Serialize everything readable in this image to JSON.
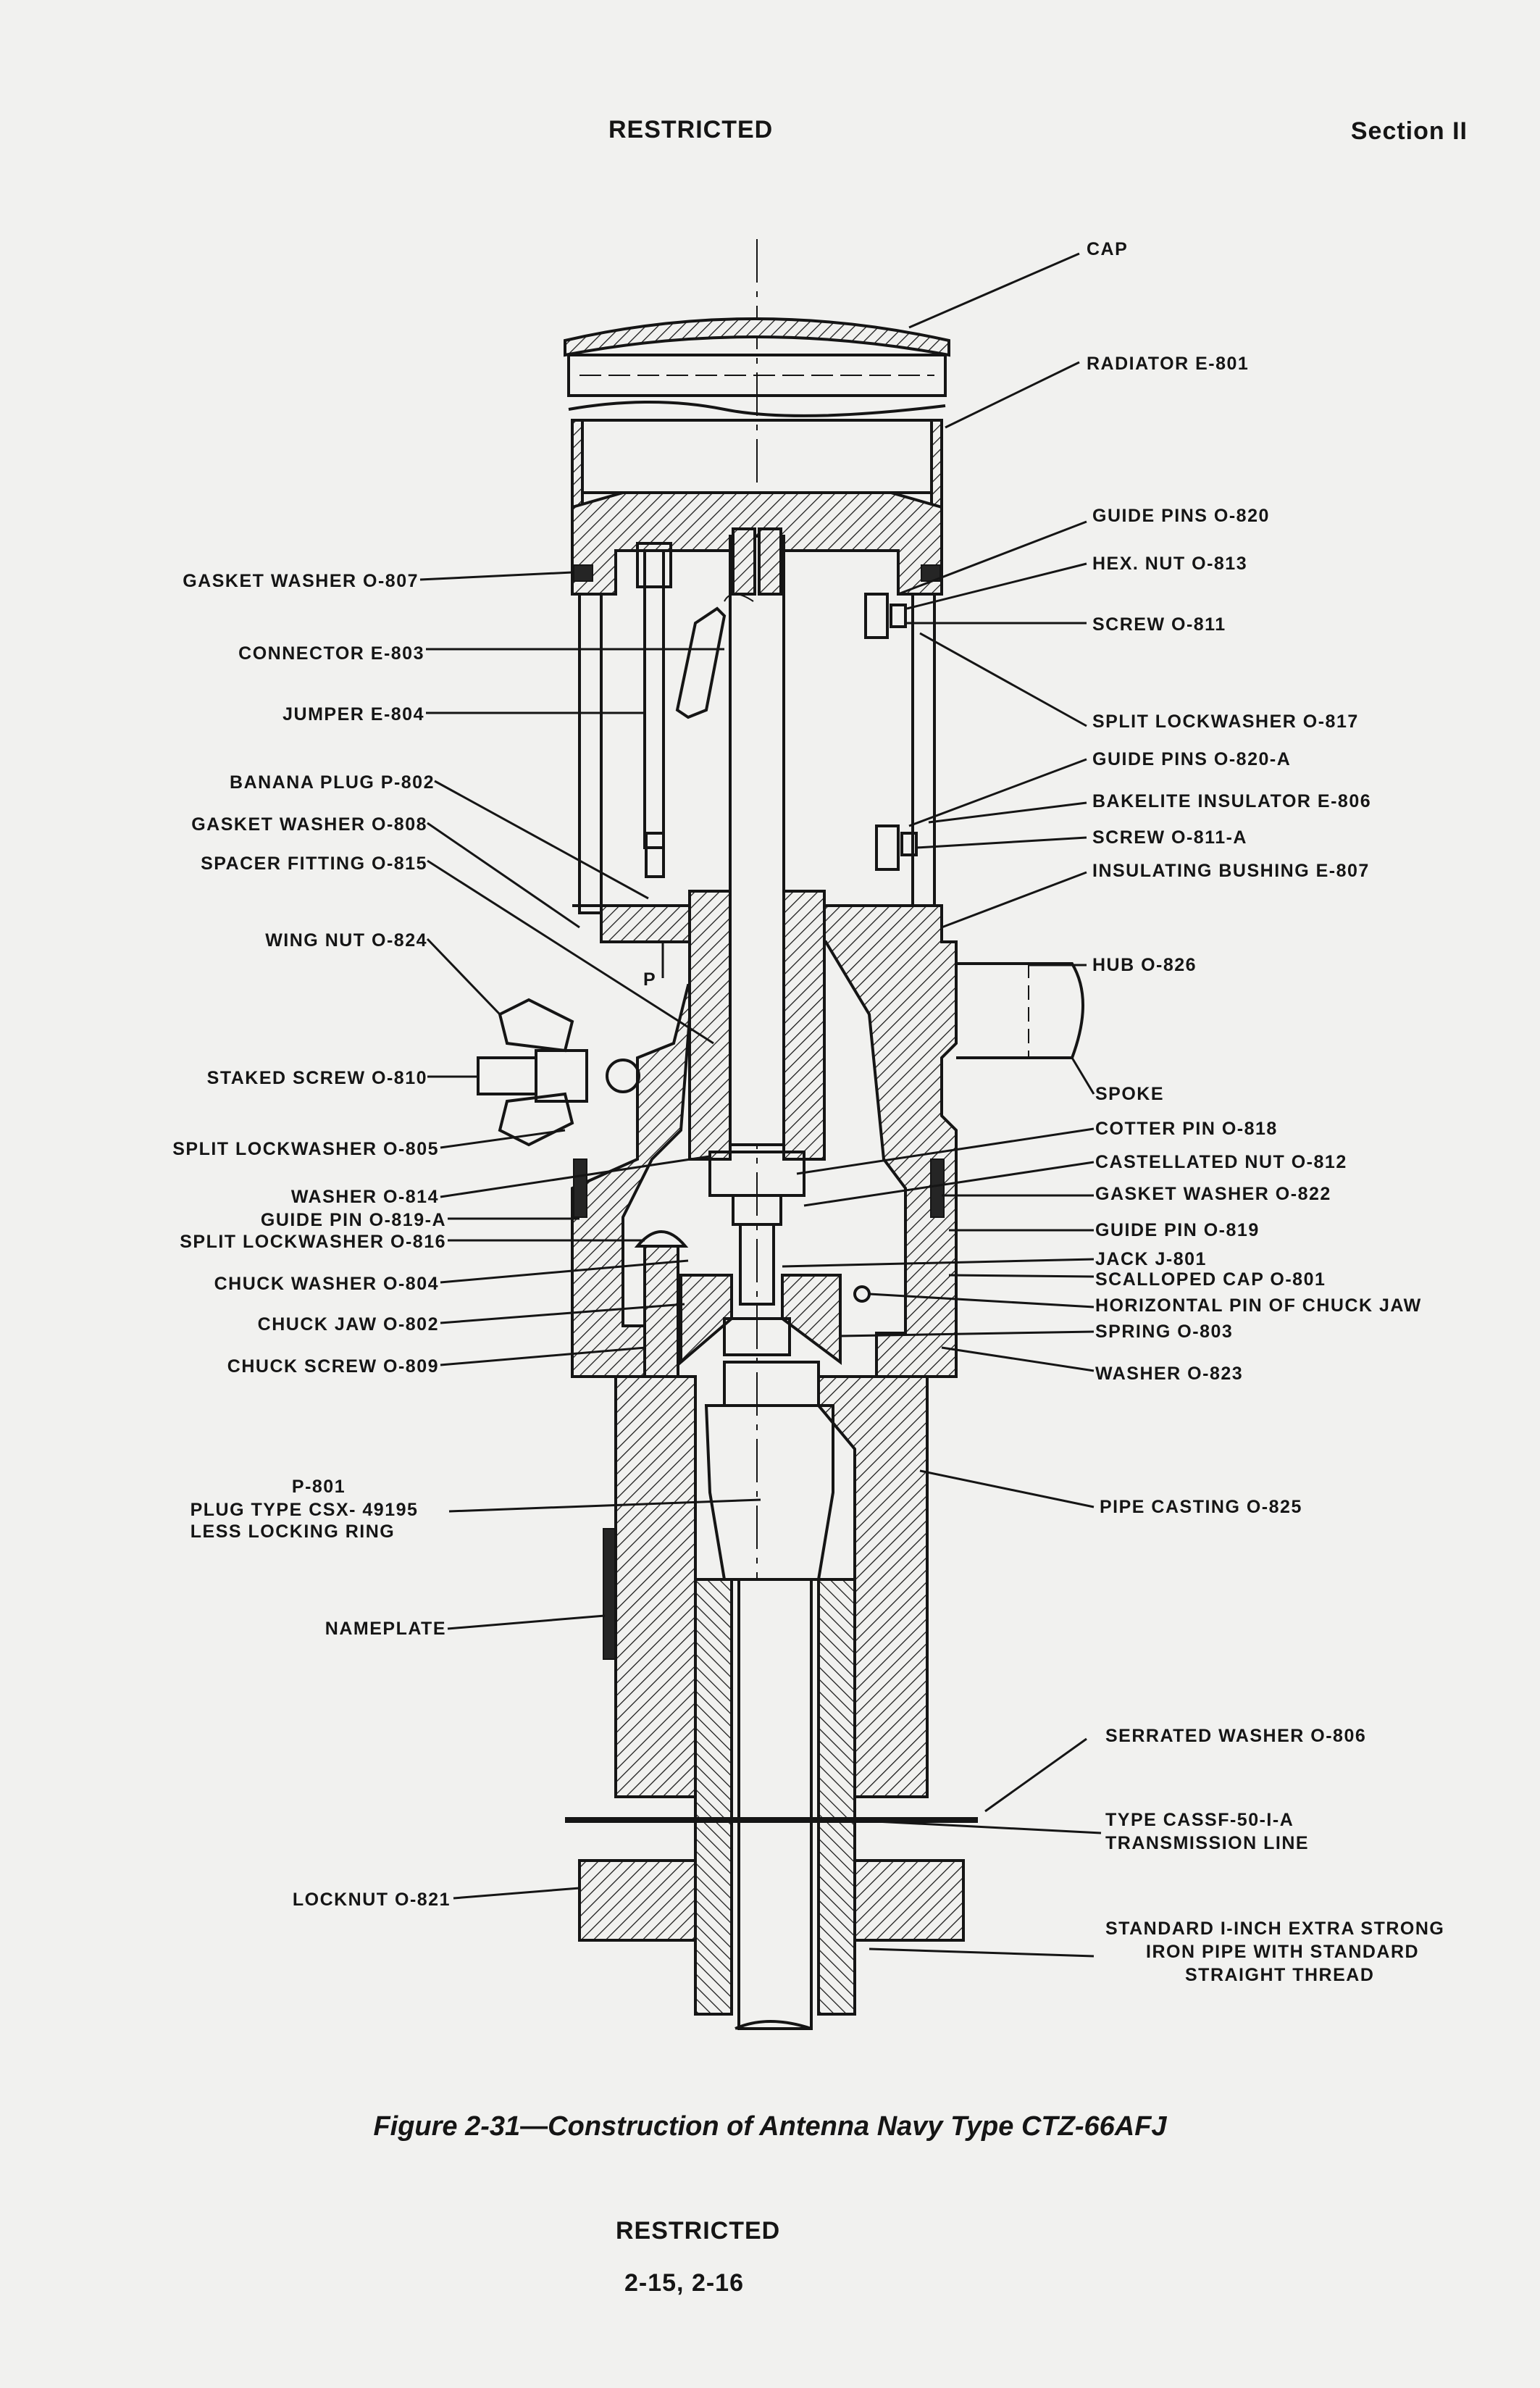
{
  "header": {
    "classification": "RESTRICTED",
    "section": "Section II"
  },
  "footer": {
    "classification": "RESTRICTED",
    "page_numbers": "2-15, 2-16"
  },
  "caption": {
    "figure": "Figure 2-31",
    "dash": "—",
    "title": "Construction of Antenna Navy Type CTZ-66AFJ"
  },
  "labels": {
    "right": [
      "CAP",
      "RADIATOR  E-801",
      "GUIDE PINS  O-820",
      "HEX. NUT  O-813",
      "SCREW  O-811",
      "SPLIT LOCKWASHER  O-817",
      "GUIDE PINS  O-820-A",
      "BAKELITE  INSULATOR  E-806",
      "SCREW  O-811-A",
      "INSULATING  BUSHING  E-807",
      "HUB  O-826",
      "SPOKE",
      "COTTER  PIN  O-818",
      "CASTELLATED  NUT  O-812",
      "GASKET  WASHER  O-822",
      "GUIDE  PIN  O-819",
      "JACK  J-801",
      "SCALLOPED  CAP  O-801",
      "HORIZONTAL  PIN  OF  CHUCK  JAW",
      "SPRING  O-803",
      "WASHER  O-823",
      "PIPE  CASTING  O-825",
      "SERRATED  WASHER  O-806",
      "TYPE  CASSF-50-I-A",
      "TRANSMISSION  LINE",
      "STANDARD  I-INCH  EXTRA  STRONG",
      "IRON  PIPE  WITH  STANDARD",
      "STRAIGHT  THREAD"
    ],
    "left": [
      "GASKET WASHER  O-807",
      "CONNECTOR  E-803",
      "JUMPER   E-804",
      "BANANA  PLUG  P-802",
      "GASKET  WASHER  O-808",
      "SPACER  FITTING  O-815",
      "WING  NUT   O-824",
      "STAKED  SCREW   O-810",
      "SPLIT  LOCKWASHER   O-805",
      "WASHER  O-814",
      "GUIDE  PIN   O-819-A",
      "SPLIT  LOCKWASHER  O-816",
      "CHUCK  WASHER   O-804",
      "CHUCK  JAW    O-802",
      "CHUCK  SCREW    O-809",
      "P-801",
      "PLUG  TYPE  CSX- 49195",
      "LESS  LOCKING  RING",
      "NAMEPLATE",
      "LOCKNUT  O-821"
    ],
    "inline": [
      "P"
    ]
  }
}
